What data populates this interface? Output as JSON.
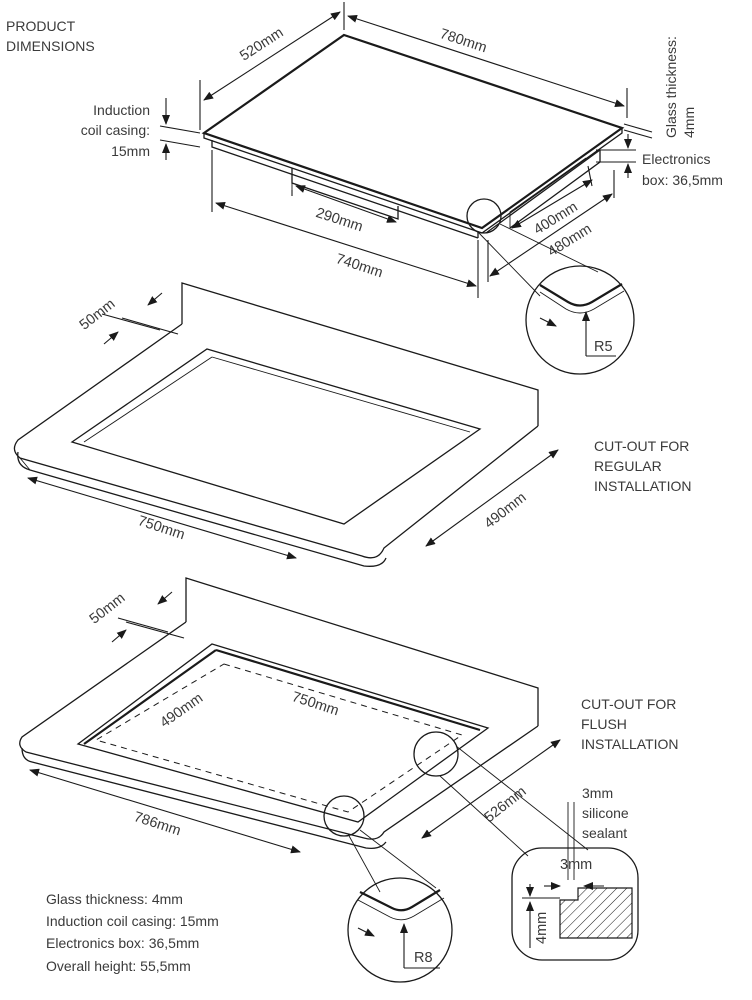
{
  "title": "PRODUCT DIMENSIONS",
  "top": {
    "induction_coil_casing": [
      "Induction",
      "coil casing:",
      "15mm"
    ],
    "glass_thickness": [
      "Glass thickness:",
      "4mm"
    ],
    "electronics_box": [
      "Electronics",
      "box: 36,5mm"
    ],
    "dims": {
      "width_780": "780mm",
      "depth_520": "520mm",
      "box_290": "290mm",
      "width_740": "740mm",
      "depth_400": "400mm",
      "depth_480": "480mm"
    },
    "radius": "R5"
  },
  "regular": {
    "heading": [
      "CUT-OUT FOR",
      "REGULAR",
      "INSTALLATION"
    ],
    "margin": "50mm",
    "width": "750mm",
    "depth": "490mm"
  },
  "flush": {
    "heading": [
      "CUT-OUT FOR",
      "FLUSH",
      "INSTALLATION"
    ],
    "margin": "50mm",
    "inner_depth": "490mm",
    "inner_width": "750mm",
    "width": "786mm",
    "depth": "526mm",
    "radius": "R8",
    "sealant": [
      "3mm",
      "silicone",
      "sealant"
    ],
    "detail_gap": "3mm",
    "detail_depth": "4mm"
  },
  "specs": [
    "Glass thickness: 4mm",
    "Induction coil casing: 15mm",
    "Electronics box: 36,5mm",
    "Overall height: 55,5mm"
  ]
}
